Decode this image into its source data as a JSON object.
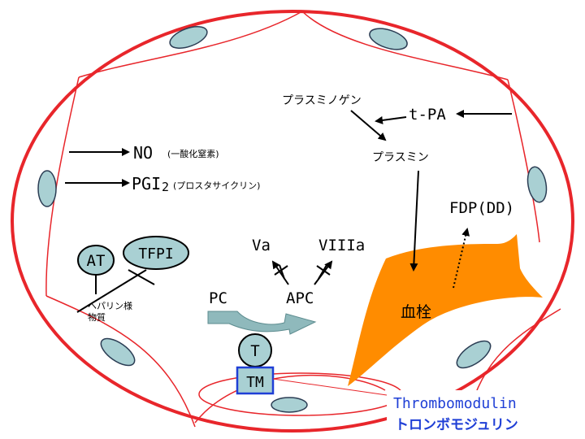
{
  "colors": {
    "vessel_wall": "#e8262b",
    "cell_fill": "#a9d0d3",
    "cell_stroke": "#2b3d54",
    "thrombus": "#ff8c00",
    "tm_box_fill": "#a9d0d3",
    "tm_box_stroke": "#1f3fd6",
    "thrombomodulin_text": "#1f3fd6",
    "arrow": "#000000"
  },
  "labels": {
    "no": "NO",
    "no_note": "(一酸化窒素)",
    "pgi2_main": "PGI",
    "pgi2_sub": "2",
    "pgi2_note": "(プロスタサイクリン)",
    "plasminogen": "プラスミノゲン",
    "tpa": "t-PA",
    "plasmin": "プラスミン",
    "fdp": "FDP(DD)",
    "at": "AT",
    "tfpi": "TFPI",
    "heparin_line1": "ヘパリン様",
    "heparin_line2": "物質",
    "va": "Va",
    "viiia": "VIIIa",
    "pc": "PC",
    "apc": "APC",
    "t": "T",
    "tm": "TM",
    "thrombus": "血栓",
    "thrombomodulin_en": "Thrombomodulin",
    "thrombomodulin_ja": "トロンボモジュリン"
  },
  "icons": {
    "inhibit_mark": "cross-mark-icon",
    "arrow_head": "arrow-head-icon"
  }
}
